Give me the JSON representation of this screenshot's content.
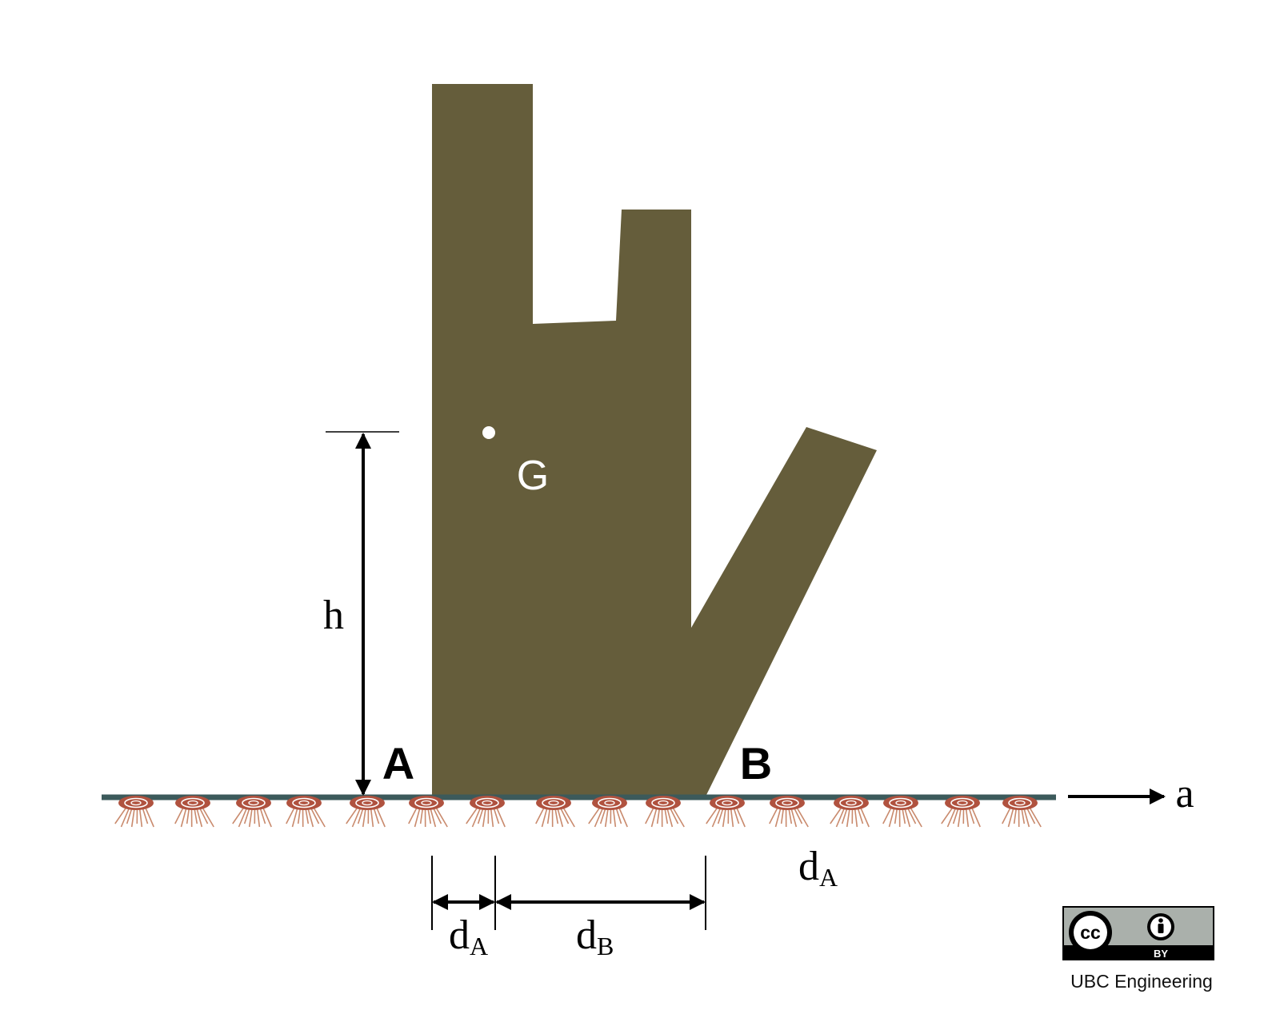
{
  "diagram": {
    "labels": {
      "center_of_gravity": "G",
      "height": "h",
      "point_a": "A",
      "point_b": "B",
      "acceleration": "a",
      "dist_a_main": "d",
      "dist_a_sub": "A",
      "dist_b_main": "d",
      "dist_b_sub": "B",
      "dist_a_right_main": "d",
      "dist_a_right_sub": "A"
    },
    "colors": {
      "body": "#655d3b",
      "ground": "#3c5a5b",
      "roots": "#b0523f",
      "root_lines": "#c98a6d",
      "arrows": "#000000",
      "label_on_body": "#ffffff"
    }
  },
  "license": {
    "cc_text": "cc",
    "by_text": "BY",
    "credit": "UBC Engineering",
    "colors": {
      "badge_bg": "#aab0ab",
      "badge_dark": "#000000"
    }
  }
}
